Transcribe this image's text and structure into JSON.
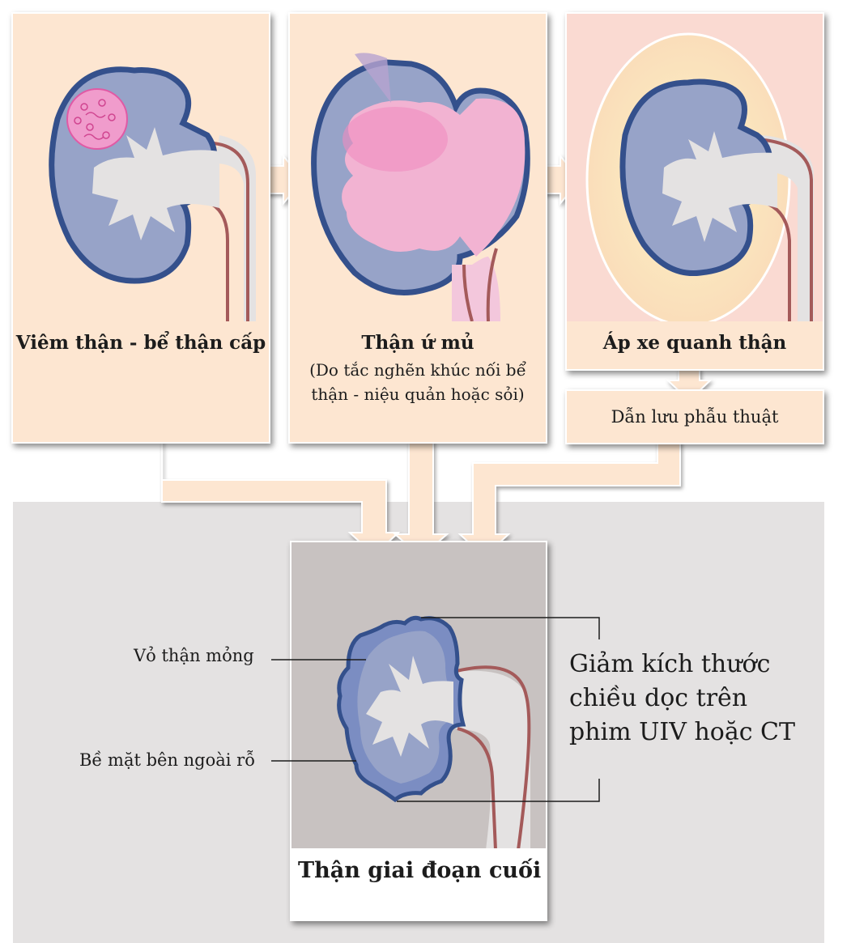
{
  "panels": [
    {
      "title": "Viêm thận - bể thận cấp"
    },
    {
      "title": "Thận ứ mủ",
      "subtitle_line1": "(Do tắc nghẽn khúc nối bể",
      "subtitle_line2": "thận - niệu quản hoặc sỏi)"
    },
    {
      "title": "Áp xe quanh thận"
    }
  ],
  "drainage": {
    "label": "Dẫn lưu phẫu thuật"
  },
  "end_stage": {
    "title": "Thận giai đoạn cuối",
    "label_thin_cortex": "Vỏ thận mỏng",
    "label_irregular_surface": "Bề mặt bên ngoài rỗ",
    "reduction_line1": "Giảm kích thước",
    "reduction_line2": "chiều dọc trên",
    "reduction_line3": "phim UIV hoặc CT"
  },
  "colors": {
    "panel_bg": "#fde6d1",
    "kidney_blue": "#97a3c8",
    "kidney_outline": "#34508c",
    "pelvis_gray": "#e4e2e2",
    "ureter_red": "#a45a5a",
    "pus_pink": "#f3a9cf",
    "abscess_yellow": "#fdf0b5",
    "arrow_fill": "#fde6d1"
  }
}
